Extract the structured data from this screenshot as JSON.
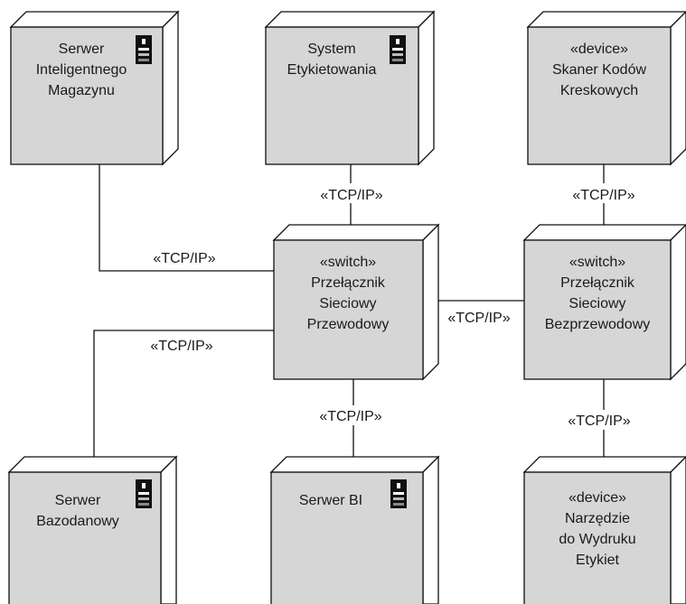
{
  "nodes": {
    "smart_warehouse_server": {
      "lines": [
        "Serwer",
        "Inteligentnego",
        "Magazynu"
      ],
      "icon": "server-icon"
    },
    "labeling_system": {
      "lines": [
        "System",
        "Etykietowania"
      ],
      "icon": "server-icon"
    },
    "barcode_scanner": {
      "lines": [
        "«device»",
        "Skaner Kodów",
        "Kreskowych"
      ]
    },
    "wired_switch": {
      "lines": [
        "«switch»",
        "Przełącznik",
        "Sieciowy",
        "Przewodowy"
      ]
    },
    "wireless_switch": {
      "lines": [
        "«switch»",
        "Przełącznik",
        "Sieciowy",
        "Bezprzewodowy"
      ]
    },
    "database_server": {
      "lines": [
        "Serwer",
        "Bazodanowy"
      ],
      "icon": "server-icon"
    },
    "bi_server": {
      "lines": [
        "Serwer BI"
      ],
      "icon": "server-icon"
    },
    "label_printer": {
      "lines": [
        "«device»",
        "Narzędzie",
        "do Wydruku",
        "Etykiet"
      ]
    }
  },
  "edges": {
    "warehouse_to_wired": "«TCP/IP»",
    "labeling_to_wired": "«TCP/IP»",
    "scanner_to_wireless": "«TCP/IP»",
    "wired_to_wireless": "«TCP/IP»",
    "wired_to_database": "«TCP/IP»",
    "wired_to_bi": "«TCP/IP»",
    "wireless_to_printer": "«TCP/IP»"
  },
  "colors": {
    "node_fill": "#d6d6d6",
    "node_side": "#ffffff",
    "stroke": "#111111"
  }
}
